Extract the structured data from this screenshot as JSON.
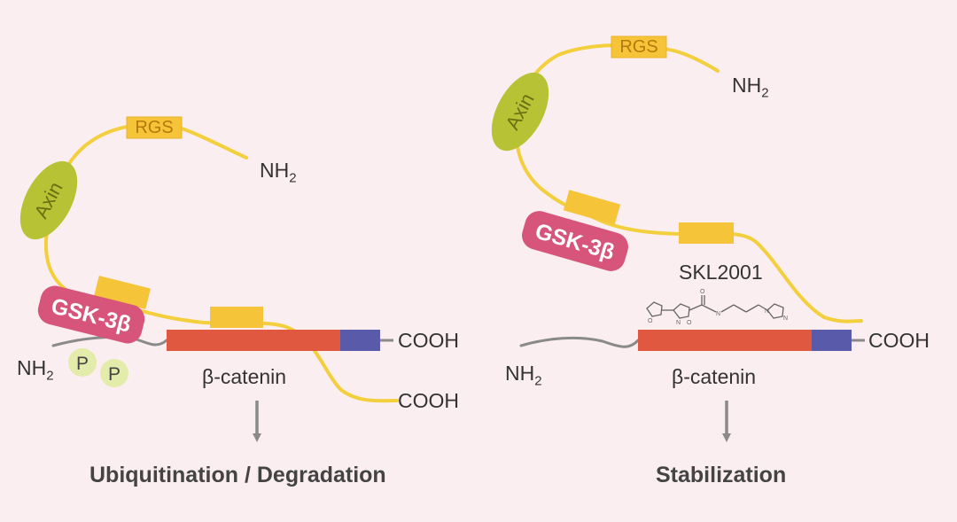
{
  "colors": {
    "background": "#fbeef0",
    "axin_line": "#f3cf3d",
    "axin_fill": "#b7c335",
    "rgs_fill": "#f6c438",
    "gsk_fill": "#d7547a",
    "phospho_fill": "#e3ecaa",
    "catenin_red": "#e0583f",
    "catenin_blue": "#5a5aaa",
    "arrow_gray": "#8a8a8a"
  },
  "left_panel": {
    "rgs_label": "RGS",
    "axin_label": "Axin",
    "gsk_label": "GSK-3β",
    "axin_nh2_main": "NH",
    "axin_nh2_sub": "2",
    "catenin_nh2_main": "NH",
    "catenin_nh2_sub": "2",
    "phospho_labels": [
      "P",
      "P"
    ],
    "catenin_cooh": "COOH",
    "axin_cooh": "COOH",
    "catenin_label": "β-catenin",
    "outcome": "Ubiquitination / Degradation"
  },
  "right_panel": {
    "rgs_label": "RGS",
    "axin_label": "Axin",
    "gsk_label": "GSK-3β",
    "axin_nh2_main": "NH",
    "axin_nh2_sub": "2",
    "catenin_nh2_main": "NH",
    "catenin_nh2_sub": "2",
    "inhibitor_label": "SKL2001",
    "catenin_cooh": "COOH",
    "catenin_label": "β-catenin",
    "outcome": "Stabilization"
  }
}
